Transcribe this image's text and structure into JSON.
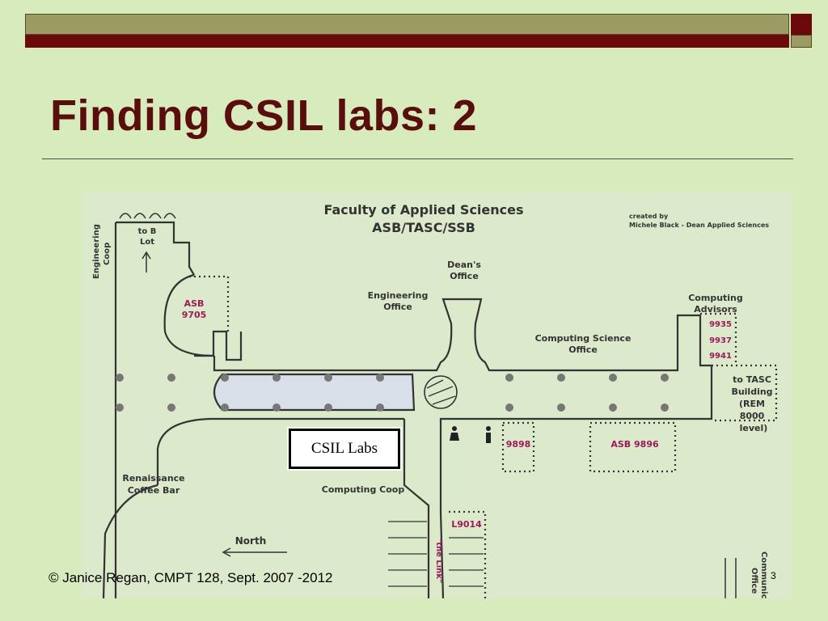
{
  "slide": {
    "title": "Finding CSIL labs: 2",
    "footer": "© Janice Regan, CMPT 128, Sept. 2007 -2012",
    "page_number": "3",
    "callout": "CSIL Labs"
  },
  "map": {
    "heading_line1": "Faculty of Applied Sciences",
    "heading_line2": "ASB/TASC/SSB",
    "credit_line1": "created by",
    "credit_line2": "Michele Black - Dean Applied Sciences",
    "labels": {
      "engineering_coop_1": "Engineering",
      "engineering_coop_2": "Coop",
      "to_b_lot_1": "to B",
      "to_b_lot_2": "Lot",
      "asb_9705_1": "ASB",
      "asb_9705_2": "9705",
      "deans_office_1": "Dean's",
      "deans_office_2": "Office",
      "engineering_office_1": "Engineering",
      "engineering_office_2": "Office",
      "computing_advisors_1": "Computing",
      "computing_advisors_2": "Advisors",
      "room_9935": "9935",
      "room_9937": "9937",
      "room_9941": "9941",
      "cs_office_1": "Computing Science",
      "cs_office_2": "Office",
      "to_tasc_1": "to TASC",
      "to_tasc_2": "Building",
      "to_tasc_3": "(REM",
      "to_tasc_4": "8000",
      "to_tasc_5": "level)",
      "room_9898": "9898",
      "asb_9896": "ASB 9896",
      "renaissance_1": "Renaissance",
      "renaissance_2": "Coffee Bar",
      "computing_coop": "Computing Coop",
      "l9014": "L9014",
      "north": "North",
      "the_link": "\"the Link\"",
      "communications_1": "Communica",
      "communications_2": "Office"
    }
  }
}
